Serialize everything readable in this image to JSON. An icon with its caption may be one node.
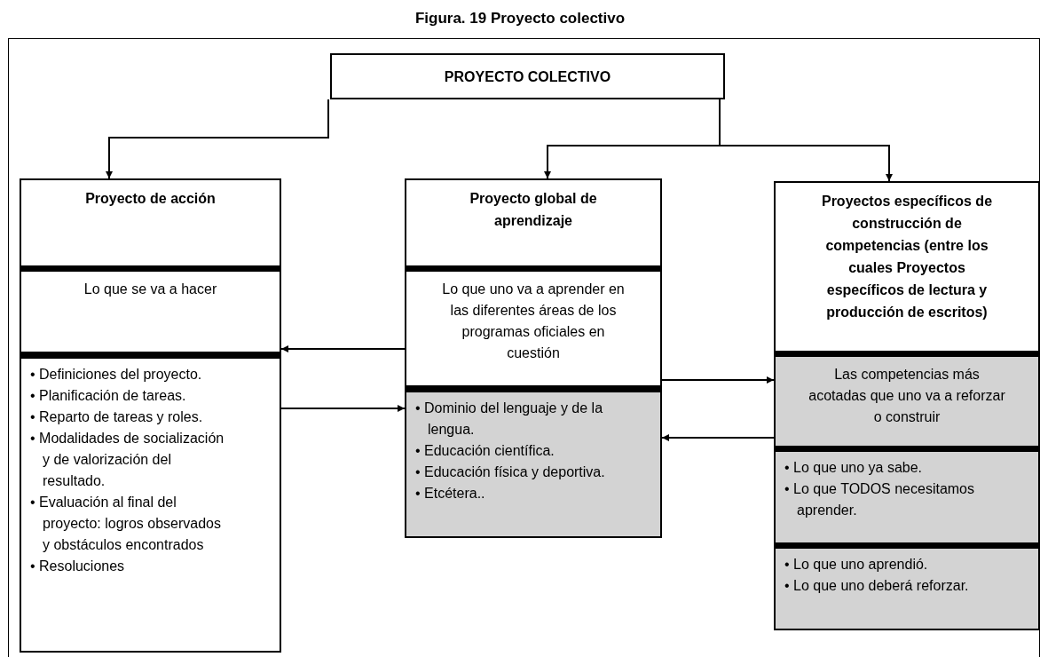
{
  "diagram": {
    "title": "Figura. 19 Proyecto colectivo",
    "nodes": [
      {
        "text": [
          "PROYECTO COLECTIVO"
        ]
      },
      {
        "text": [
          "Proyecto de acción"
        ]
      },
      {
        "text": [
          "Lo que se va a hacer"
        ]
      },
      {
        "text": [
          "• Definiciones del proyecto.",
          "• Planificación de tareas.",
          "• Reparto de tareas y roles.",
          "• Modalidades de socialización y de valorización del resultado.",
          "• Evaluación al final del proyecto: logros observados y obstáculos encontrados",
          "• Resoluciones"
        ]
      },
      {
        "text": [
          "Proyecto global de aprendizaje"
        ]
      },
      {
        "text": [
          "Lo que uno va a aprender en las diferentes áreas de los programas oficiales en cuestión"
        ]
      },
      {
        "text": [
          "• Dominio del lenguaje y de la lengua.",
          "• Educación científica.",
          "• Educación física y deportiva.",
          "• Etcétera.."
        ]
      },
      {
        "text": [
          "Proyectos específicos de construcción de competencias (entre los cuales Proyectos específicos de lectura y producción de escritos)"
        ]
      },
      {
        "text": [
          "Las competencias más acotadas que uno va a reforzar o construir"
        ]
      },
      {
        "text": [
          "• Lo que uno ya sabe.",
          "• Lo que TODOS necesitamos aprender."
        ]
      },
      {
        "text": [
          "• Lo que uno aprendió.",
          "• Lo que uno deberá reforzar."
        ]
      }
    ],
    "edges": [
      {
        "from": 0,
        "to": 1,
        "arrow": "to"
      },
      {
        "from": 0,
        "to": 4,
        "arrow": "to"
      },
      {
        "from": 0,
        "to": 7,
        "arrow": "to"
      },
      {
        "from": 5,
        "to": 2,
        "arrow": "to"
      },
      {
        "from": 3,
        "to": 6,
        "arrow": "to"
      },
      {
        "from": 5,
        "to": 8,
        "arrow": "to"
      },
      {
        "from": 8,
        "to": 6,
        "arrow": "to"
      }
    ]
  }
}
